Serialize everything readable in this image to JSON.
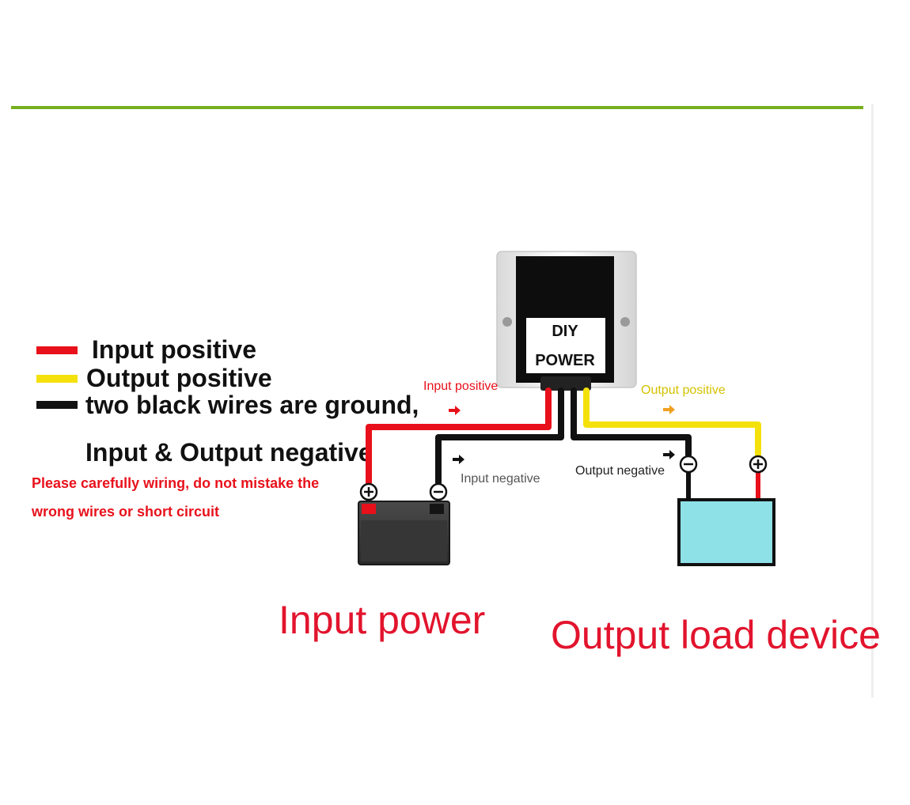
{
  "legend": {
    "input_positive": "Input positive",
    "output_positive": "Output positive",
    "ground_line1": "two black wires are ground,",
    "ground_line2": "Input & Output negative"
  },
  "warning": {
    "line1": "Please carefully wiring, do not mistake the",
    "line2": "wrong wires or short circuit"
  },
  "module": {
    "line1": "DIY",
    "line2": "POWER"
  },
  "wire_labels": {
    "input_positive": "Input positive",
    "input_negative": "Input negative",
    "output_positive": "Output positive",
    "output_negative": "Output negative"
  },
  "captions": {
    "input_power": "Input power",
    "output_load": "Output load device"
  },
  "colors": {
    "input_positive": "#e8101a",
    "output_positive": "#f4e10c",
    "ground": "#111111",
    "accent_rule": "#76b01e",
    "caption": "#e2142d",
    "load_device": "#8fe1e8"
  },
  "icons": [
    "plus-terminal-icon",
    "minus-terminal-icon",
    "arrow-right-icon"
  ]
}
